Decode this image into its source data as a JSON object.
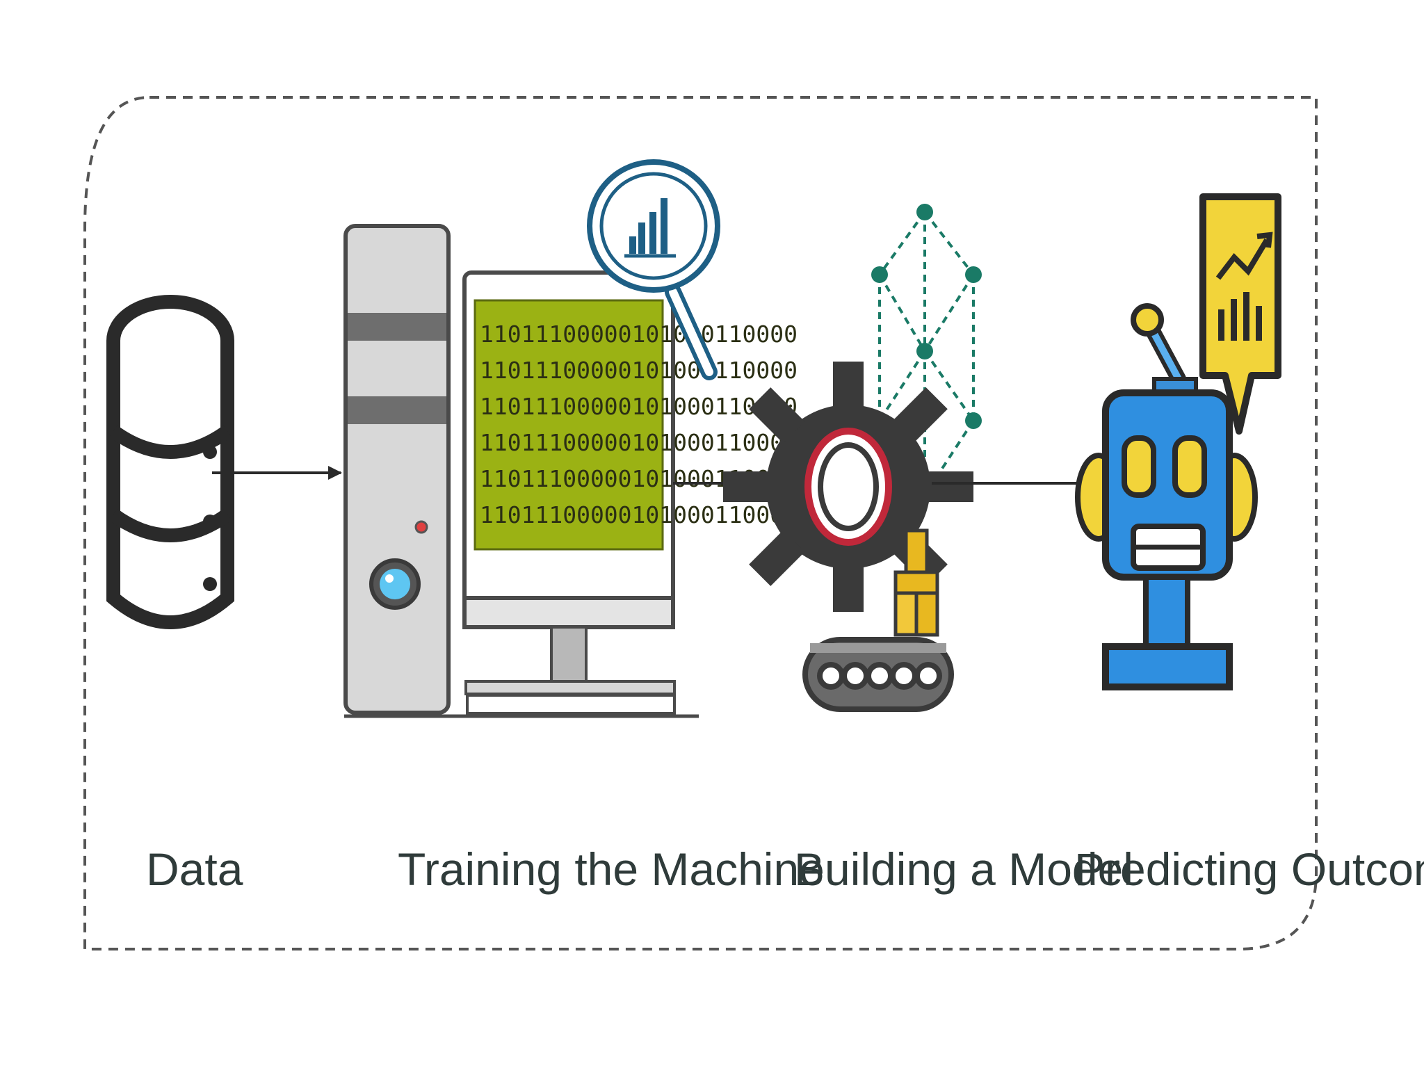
{
  "stages": [
    {
      "label": "Data",
      "icon": "database-icon"
    },
    {
      "label": "Training the Machine",
      "icon": "computer-icon"
    },
    {
      "label": "Building a Model",
      "icon": "gear-network-icon"
    },
    {
      "label": "Predicting Outcome",
      "icon": "robot-icon"
    }
  ],
  "screen": {
    "binary_rows": [
      "11011100000101000110000",
      "11011100000101000110000",
      "11011100000101000110000",
      "11011100000101000110000",
      "11011100000101000110000",
      "11011100000101000110000"
    ]
  },
  "colors": {
    "border": "#555555",
    "outline": "#2a2a2a",
    "screen": "#9bb214",
    "magnifier": "#1e5f85",
    "network": "#1a7a66",
    "gear": "#3a3a3a",
    "gear_ring": "#c0283a",
    "robot": "#2f8fe0",
    "accent_yellow": "#f2d43a",
    "box_yellow": "#e8b820",
    "label_text": "#2f3b3a"
  }
}
